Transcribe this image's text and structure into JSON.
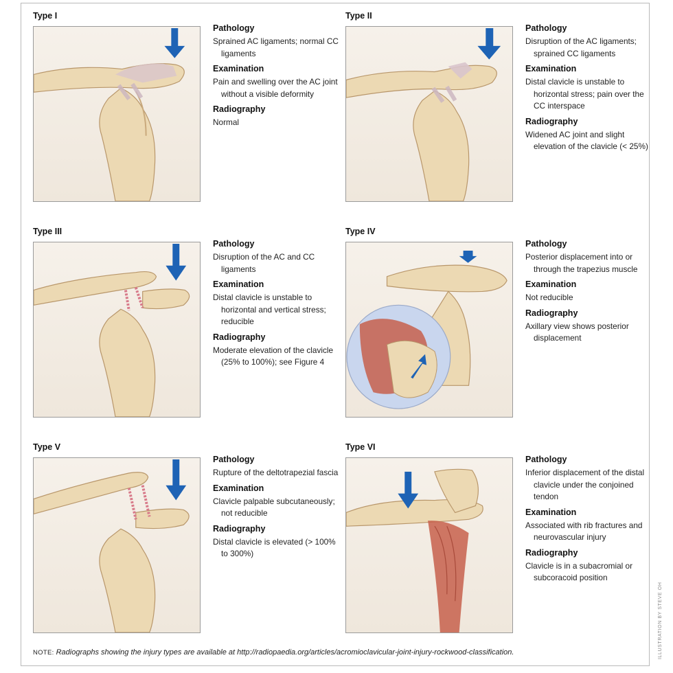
{
  "colors": {
    "bone": "#ecd9b3",
    "bone_shadow": "#c9a97c",
    "ligament": "#d7c6cf",
    "arrow": "#1e63b5",
    "muscle": "#c7604c",
    "inset_bg": "#c9d6ee"
  },
  "panels": [
    {
      "title": "Type I",
      "pathology_heading": "Pathology",
      "pathology": "Sprained AC ligaments; normal CC ligaments",
      "examination_heading": "Examination",
      "examination": "Pain and swelling over the AC joint without a visible deformity",
      "radiography_heading": "Radiography",
      "radiography": "Normal"
    },
    {
      "title": "Type II",
      "pathology_heading": "Pathology",
      "pathology": "Disruption of the AC ligaments; sprained CC ligaments",
      "examination_heading": "Examination",
      "examination": "Distal clavicle is unstable to horizontal stress; pain over the CC interspace",
      "radiography_heading": "Radiography",
      "radiography": "Widened AC joint and slight elevation of the clavicle (< 25%)"
    },
    {
      "title": "Type III",
      "pathology_heading": "Pathology",
      "pathology": "Disruption of the AC and CC ligaments",
      "examination_heading": "Examination",
      "examination": "Distal clavicle is unstable to horizontal and vertical stress; reducible",
      "radiography_heading": "Radiography",
      "radiography": "Moderate elevation of the clavicle (25% to 100%); see Figure 4"
    },
    {
      "title": "Type IV",
      "pathology_heading": "Pathology",
      "pathology": "Posterior displacement into or through the trapezius muscle",
      "examination_heading": "Examination",
      "examination": "Not reducible",
      "radiography_heading": "Radiography",
      "radiography": "Axillary view shows posterior displacement"
    },
    {
      "title": "Type V",
      "pathology_heading": "Pathology",
      "pathology": "Rupture of the deltotrapezial fascia",
      "examination_heading": "Examination",
      "examination": "Clavicle palpable subcutaneously; not reducible",
      "radiography_heading": "Radiography",
      "radiography": "Distal clavicle is elevated (> 100% to 300%)"
    },
    {
      "title": "Type VI",
      "pathology_heading": "Pathology",
      "pathology": "Inferior displacement of the distal clavicle under the conjoined tendon",
      "examination_heading": "Examination",
      "examination": "Associated with rib fractures and neurovascular injury",
      "radiography_heading": "Radiography",
      "radiography": "Clavicle is in a subacromial or subcoracoid position"
    }
  ],
  "note": {
    "label": "NOTE:",
    "text": "Radiographs showing the injury types are available at http://radiopaedia.org/articles/acromioclavicular-joint-injury-rockwood-classification."
  },
  "credit": "ILLUSTRATION BY STEVE OH"
}
